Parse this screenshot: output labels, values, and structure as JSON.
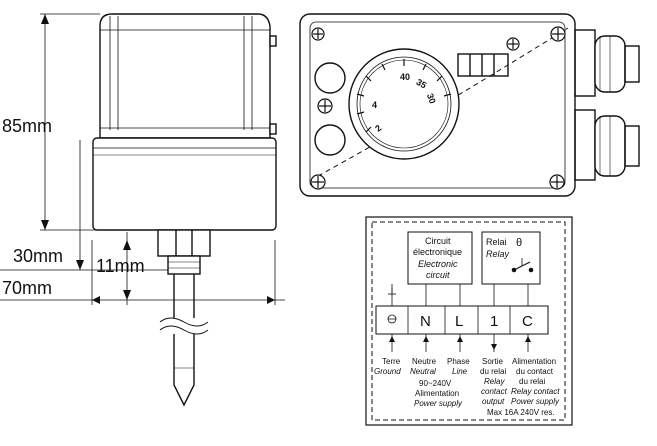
{
  "dimensions": {
    "height_85": "85mm",
    "dim_30": "30mm",
    "dim_11": "11mm",
    "width_70": "70mm"
  },
  "dial": {
    "scale_labels": [
      "40",
      "35",
      "30",
      "4",
      "2"
    ]
  },
  "circuit_box": {
    "line1": "Circuit",
    "line2": "électronique",
    "line3": "Electronic",
    "line4": "circuit"
  },
  "relay_box": {
    "fr": "Relai",
    "en": "Relay",
    "theta": "θ"
  },
  "terminals": {
    "n": "N",
    "l": "L",
    "one": "1",
    "c": "C"
  },
  "labels": {
    "terre": "Terre",
    "ground": "Ground",
    "neutre": "Neutre",
    "neutral": "Neutral",
    "phase": "Phase",
    "line": "Line",
    "sortie": "Sortie",
    "du_relai": "du relai",
    "relay": "Relay",
    "contact": "contact",
    "output": "output",
    "alimentation": "Alimentation",
    "du_contact": "du contact",
    "du_relai2": "du relai",
    "relay_contact": "Relay contact",
    "power_supply": "Power supply",
    "voltage": "90~240V",
    "alim": "Alimentation",
    "psupply": "Power supply",
    "max": "Max 16A 240V res."
  }
}
